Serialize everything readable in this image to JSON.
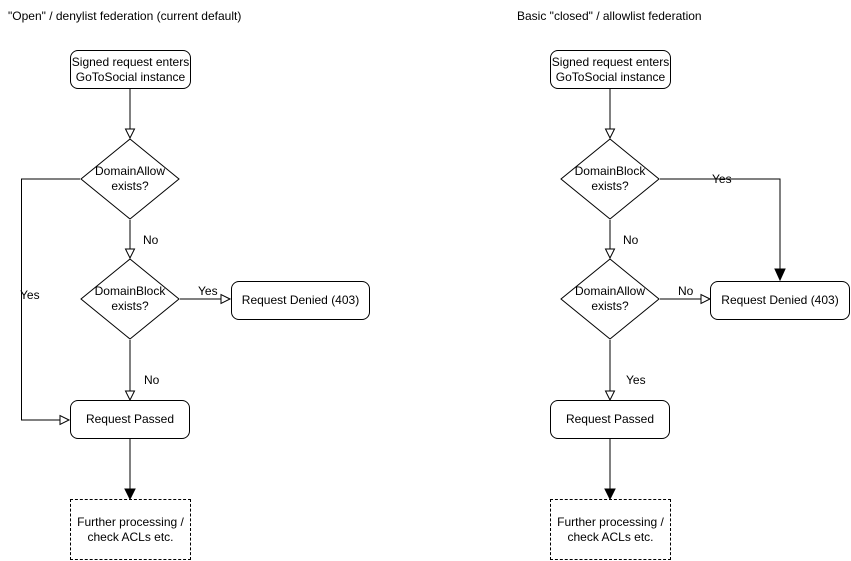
{
  "left_chart": {
    "title": "\"Open\" / denylist federation (current default)",
    "nodes": {
      "start": "Signed request enters\nGoToSocial instance",
      "decision1": "DomainAllow\nexists?",
      "decision2": "DomainBlock\nexists?",
      "denied": "Request Denied (403)",
      "passed": "Request Passed",
      "further": "Further processing /\ncheck ACLs etc."
    },
    "labels": {
      "decision1_no": "No",
      "decision1_yes": "Yes",
      "decision2_yes": "Yes",
      "decision2_no": "No"
    }
  },
  "right_chart": {
    "title": "Basic \"closed\" / allowlist federation",
    "nodes": {
      "start": "Signed request enters\nGoToSocial instance",
      "decision1": "DomainBlock\nexists?",
      "decision2": "DomainAllow\nexists?",
      "denied": "Request Denied (403)",
      "passed": "Request Passed",
      "further": "Further processing /\ncheck ACLs etc."
    },
    "labels": {
      "decision1_yes": "Yes",
      "decision1_no": "No",
      "decision2_no": "No",
      "decision2_yes": "Yes"
    }
  },
  "colors": {
    "stroke": "#000000",
    "text": "#000000",
    "background": "#ffffff"
  }
}
